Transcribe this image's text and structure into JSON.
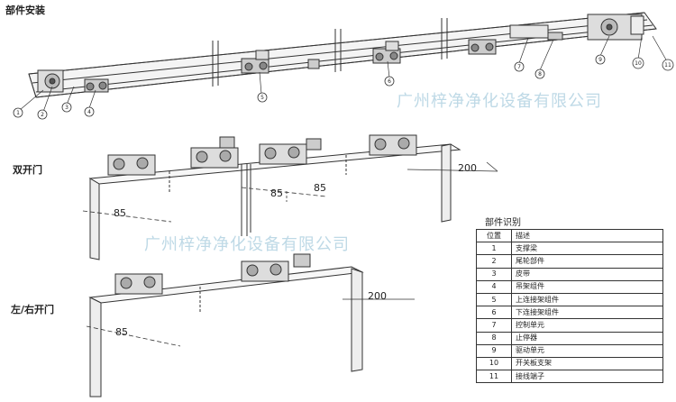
{
  "sections": {
    "install": "部件安装",
    "double": "双开门",
    "single": "左/右开门"
  },
  "watermark": "广州梓净净化设备有限公司",
  "callouts": [
    "1",
    "2",
    "3",
    "4",
    "5",
    "6",
    "7",
    "8",
    "9",
    "10",
    "11"
  ],
  "dimensions": {
    "double_85_left": "85",
    "double_85_mid": "85",
    "double_85_right": "85",
    "double_200": "200",
    "single_85": "85",
    "single_200": "200"
  },
  "parts_table": {
    "title": "部件识别",
    "headers": [
      "位置",
      "描述"
    ],
    "rows": [
      {
        "pos": "1",
        "desc": "支撑梁"
      },
      {
        "pos": "2",
        "desc": "尾轮部件"
      },
      {
        "pos": "3",
        "desc": "皮带"
      },
      {
        "pos": "4",
        "desc": "吊架组件"
      },
      {
        "pos": "5",
        "desc": "上连接架组件"
      },
      {
        "pos": "6",
        "desc": "下连接架组件"
      },
      {
        "pos": "7",
        "desc": "控制单元"
      },
      {
        "pos": "8",
        "desc": "止停器"
      },
      {
        "pos": "9",
        "desc": "驱动单元"
      },
      {
        "pos": "10",
        "desc": "开关板支架"
      },
      {
        "pos": "11",
        "desc": "接线端子"
      }
    ]
  }
}
